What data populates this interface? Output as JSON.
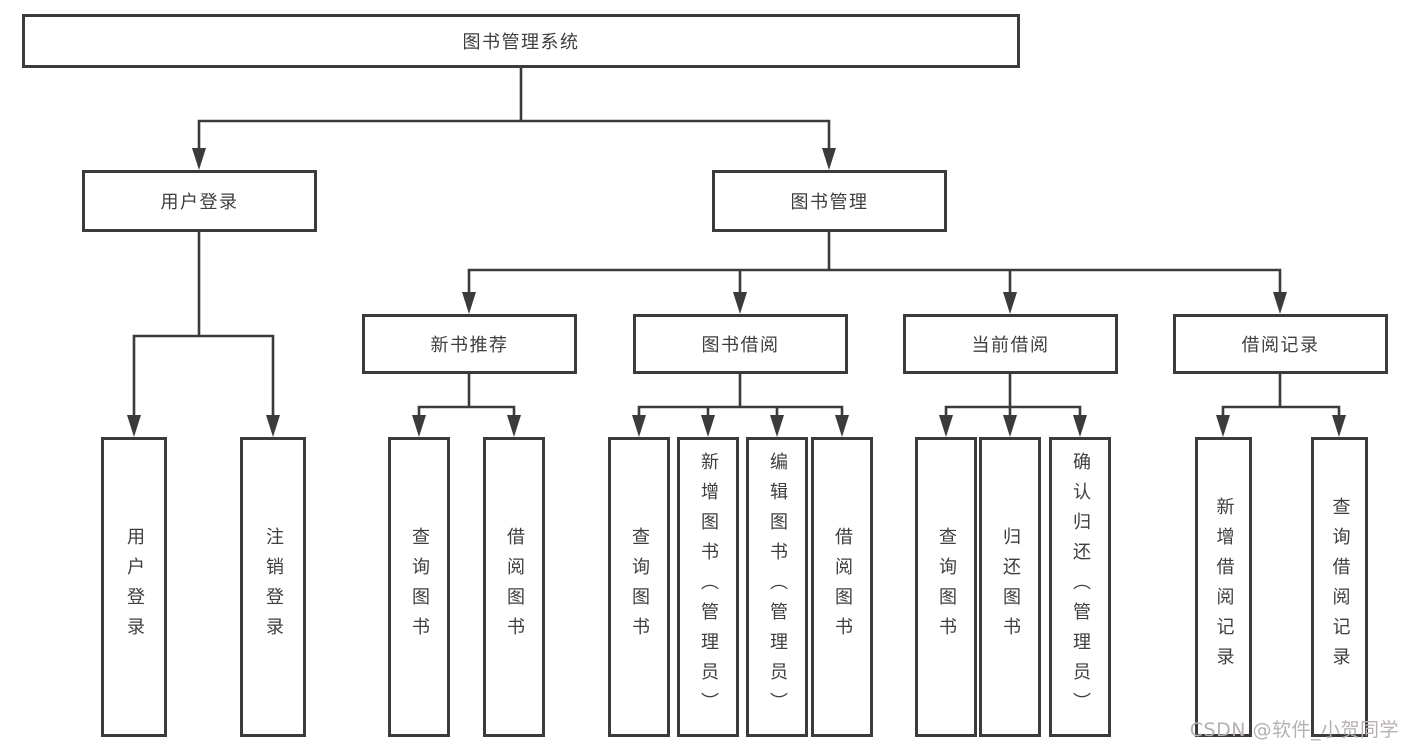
{
  "tree": {
    "root": {
      "label": "图书管理系统"
    },
    "branches": [
      {
        "label": "用户登录",
        "leaves": [
          "用户登录",
          "注销登录"
        ]
      },
      {
        "label": "图书管理",
        "children": [
          {
            "label": "新书推荐",
            "leaves": [
              "查询图书",
              "借阅图书"
            ]
          },
          {
            "label": "图书借阅",
            "leaves": [
              "查询图书",
              "新增图书（管理员）",
              "编辑图书（管理员）",
              "借阅图书"
            ]
          },
          {
            "label": "当前借阅",
            "leaves": [
              "查询图书",
              "归还图书",
              "确认归还（管理员）"
            ]
          },
          {
            "label": "借阅记录",
            "leaves": [
              "新增借阅记录",
              "查询借阅记录"
            ]
          }
        ]
      }
    ]
  },
  "watermark": "CSDN @软件_小贺同学",
  "colors": {
    "line": "#3b3b3b",
    "text": "#3e3e3e",
    "background": "#ffffff",
    "watermark": "#b6b0b5"
  }
}
